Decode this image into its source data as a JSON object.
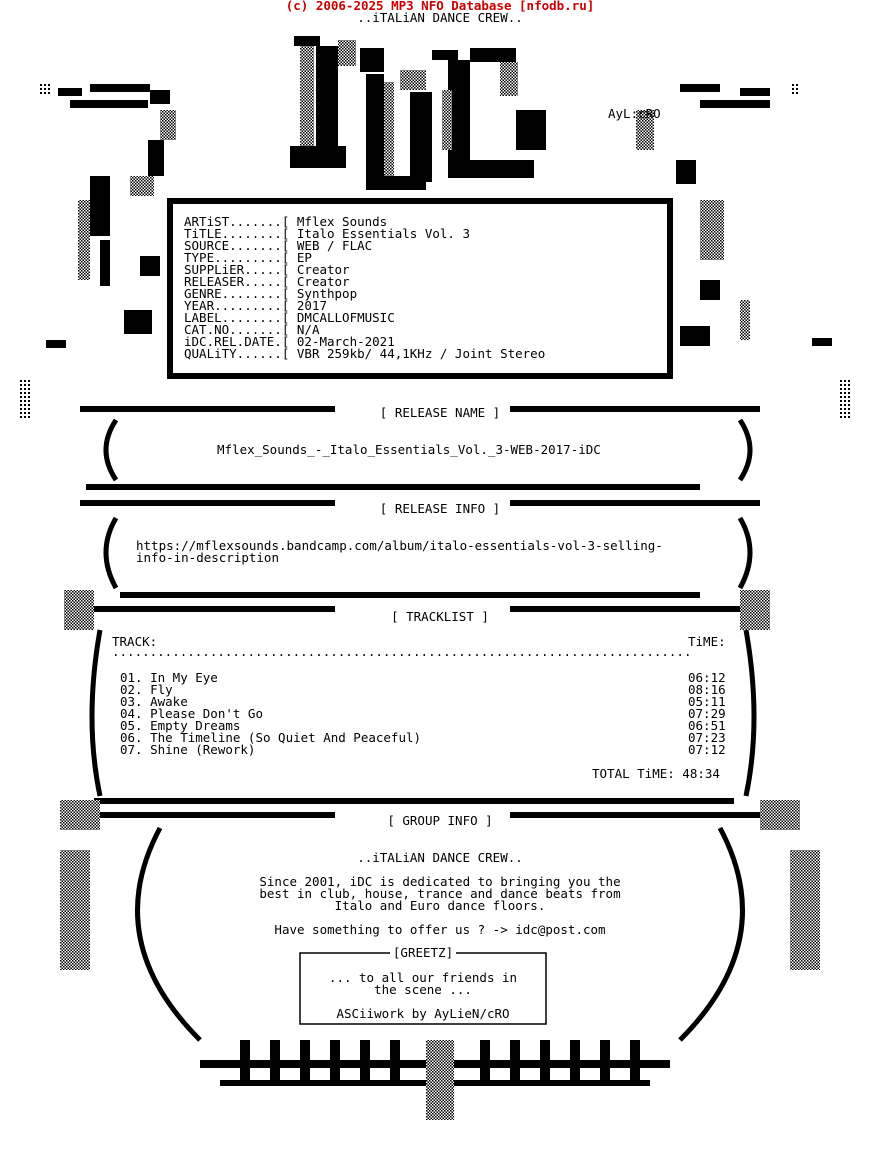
{
  "copyright": "(c) 2006-2025 MP3 NFO Database [nfodb.ru]",
  "crew_tagline": "..iTALiAN DANCE CREW..",
  "signature": "AyL:cRO",
  "info_rows": [
    {
      "label": "ARTiST.......[",
      "value": "Mflex Sounds"
    },
    {
      "label": "TiTLE........[",
      "value": "Italo Essentials Vol. 3"
    },
    {
      "label": "SOURCE.......[",
      "value": "WEB / FLAC"
    },
    {
      "label": "TYPE.........[",
      "value": "EP"
    },
    {
      "label": "SUPPLiER.....[",
      "value": "Creator"
    },
    {
      "label": "RELEASER.....[",
      "value": "Creator"
    },
    {
      "label": "GENRE........[",
      "value": "Synthpop"
    },
    {
      "label": "YEAR.........[",
      "value": "2017"
    },
    {
      "label": "LABEL........[",
      "value": "DMCALLOFMUSIC"
    },
    {
      "label": "CAT.NO.......[",
      "value": "N/A"
    },
    {
      "label": "iDC.REL.DATE.[",
      "value": "02-March-2021"
    },
    {
      "label": "QUALiTY......[",
      "value": "VBR 259kb/ 44,1KHz / Joint Stereo"
    }
  ],
  "release_name": {
    "title": "[ RELEASE NAME ]",
    "value": "Mflex_Sounds_-_Italo_Essentials_Vol._3-WEB-2017-iDC"
  },
  "release_info": {
    "title": "[ RELEASE INFO ]",
    "line1": "https://mflexsounds.bandcamp.com/album/italo-essentials-vol-3-selling-",
    "line2": "info-in-description"
  },
  "tracklist": {
    "title": "[ TRACKLIST ]",
    "track_header": "TRACK:",
    "time_header": "TiME:",
    "dots": ".............................................................................",
    "tracks": [
      {
        "name": "01. In My Eye",
        "time": "06:12"
      },
      {
        "name": "02. Fly",
        "time": "08:16"
      },
      {
        "name": "03. Awake",
        "time": "05:11"
      },
      {
        "name": "04. Please Don't Go",
        "time": "07:29"
      },
      {
        "name": "05. Empty Dreams",
        "time": "06:51"
      },
      {
        "name": "06. The Timeline (So Quiet And Peaceful)",
        "time": "07:23"
      },
      {
        "name": "07. Shine (Rework)",
        "time": "07:12"
      }
    ],
    "total": "TOTAL TiME: 48:34"
  },
  "group_info": {
    "title": "[ GROUP INFO ]",
    "crew": "..iTALiAN DANCE CREW..",
    "line1": "Since 2001, iDC is dedicated to bringing you the",
    "line2": "best in club, house, trance and dance beats from",
    "line3": "Italo and Euro dance floors.",
    "offer": "Have something to offer us ? -> idc@post.com"
  },
  "greetz": {
    "title": "[GREETZ]",
    "line1": "... to all our friends in",
    "line2": "the scene ...",
    "credit": "ASCiiwork by AyLieN/cRO"
  }
}
